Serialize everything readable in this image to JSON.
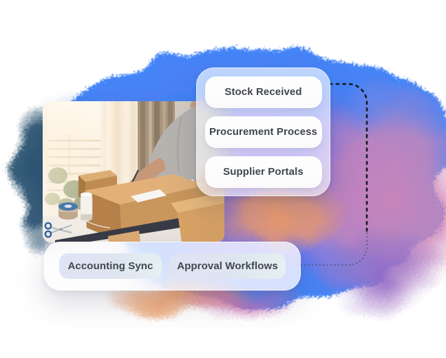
{
  "illustration": {
    "description": "Procurement hero illustration: person in gray t-shirt writing on a cardboard box while holding a phone, near a bright window with packing supplies"
  },
  "process_card": {
    "items": [
      {
        "id": "stock-received",
        "label": "Stock Received"
      },
      {
        "id": "procurement-process",
        "label": "Procurement Process"
      },
      {
        "id": "supplier-portals",
        "label": "Supplier Portals"
      }
    ]
  },
  "integrations_card": {
    "items": [
      {
        "id": "accounting-sync",
        "label": "Accounting Sync"
      },
      {
        "id": "approval-workflows",
        "label": "Approval Workflows"
      }
    ]
  },
  "connector": {
    "style": "dashed",
    "color": "#171b26",
    "tail_color": "#44536e"
  },
  "colors": {
    "page_bg": "#ffffff",
    "blob_blue": "#3e7cf6",
    "blob_indigo": "#6e6ce8",
    "blob_violet": "#8a71e0",
    "blob_pink": "#cc83b5",
    "blob_orange": "#f29b64",
    "blob_magenta": "#cb70b3",
    "blob_purple": "#8d67c6",
    "blob_navy": "#27506f",
    "pill_bg": "#ffffff",
    "chip_bg": "#e0e3f3",
    "label_text": "#3f444d"
  }
}
